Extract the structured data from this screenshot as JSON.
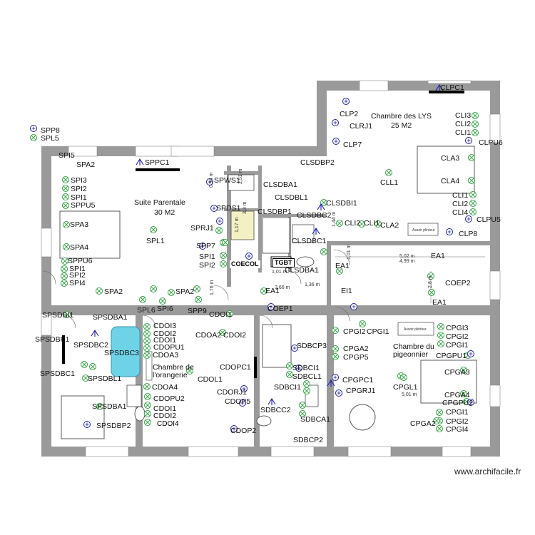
{
  "credit": "www.archifacile.fr",
  "rooms": {
    "lys_name": "Chambre des LYS",
    "lys_area": "25 M2",
    "suite_name": "Suite Parentale",
    "suite_area": "30 M2",
    "orangerie_line1": "Chambre de",
    "orangerie_line2": "l'orangerie",
    "pigeonnier_line1": "Chambre du",
    "pigeonnier_line2": "pigeonnier"
  },
  "tags": {
    "tgbt": "TGBT",
    "coecol": "COECOL",
    "cdoi4": "CDOI4"
  },
  "dims": {
    "d_0_94": "0,94 m",
    "d_3_3": "3,3 m",
    "d_1_17": "1,17 m",
    "d_2_51": "2,51 m",
    "d_1_44": "1,44 m",
    "d_1_01a": "1,01 m",
    "d_1_01b": "1,01 m",
    "d_3_66": "3,66 m",
    "d_1_36": "1,36 m",
    "d_1_76": "1,76 m",
    "d_5_02": "5,02 m",
    "d_4_99": "4,99 m",
    "d_2_8": "2,8 m",
    "d_5_01": "5,01 m"
  },
  "furniture": {
    "desk_top": "Assoir plinteur",
    "desk_bottom": "Assoir plinteur"
  },
  "legend": {
    "spp8": "SPP8",
    "spl5": "SPL5"
  },
  "labels": {
    "clpc1": "CLPC1",
    "clp2": "CLP2",
    "clrj1": "CLRJ1",
    "clp7": "CLP7",
    "cli3": "CLI3",
    "cli2a": "CLI2",
    "cli1a": "CLI1",
    "clpu6": "CLPU6",
    "cla3": "CLA3",
    "cla4": "CLA4",
    "cll1": "CLL1",
    "cli1b": "CLI1",
    "cli2b": "CLI2",
    "cli4": "CLI4",
    "clpu5": "CLPU5",
    "clp8": "CLP8",
    "cli2c": "CLI2",
    "cli1c": "CLI1",
    "cla2": "CLA2",
    "clsdbp2": "CLSDBP2",
    "clsdba1": "CLSDBA1",
    "clsdbl1": "CLSDBL1",
    "clsdbi1": "CLSDBI1",
    "clsdbp1": "CLSDBP1",
    "clsdbc2": "CLSDBC2",
    "clsdbc1": "CLSDBC1",
    "clsdba1b": "CLSDBA1",
    "spi5": "SPI5",
    "spa2a": "SPA2",
    "sppc1": "SPPC1",
    "spi3": "SPI3",
    "spi2a": "SPI2",
    "spi1a": "SPI1",
    "sppu5": "SPPU5",
    "spa3": "SPA3",
    "spa4": "SPA4",
    "sppu6": "SPPU6",
    "spi1b": "SPI1",
    "spi2b": "SPI2",
    "spi4": "SPI4",
    "spl1": "SPL1",
    "spws1": "SPWS1",
    "spds1": "SPDS1",
    "sprj1": "SPRJ1",
    "spp7": "SPP7",
    "spi1c": "SPI1",
    "spi2c": "SPI2",
    "spa2b": "SPA2",
    "spa2c": "SPA2",
    "spl6": "SPL6",
    "spi6": "SPI6",
    "spp9": "SPP9",
    "ea1a": "EA1",
    "ea1b": "EA1",
    "ea1c": "EA1",
    "ea1d": "EA1",
    "ei1": "EI1",
    "coep2": "COEP2",
    "cdoi1a": "CDOI1",
    "coep1": "COEP1",
    "cdoa2": "CDOA2",
    "cdoi2a": "CDOI2",
    "cdoi3": "CDOI3",
    "cdoi2b": "CDOI2",
    "cdoi1b": "CDOI1",
    "cdopu1": "CDOPU1",
    "cdoa3": "CDOA3",
    "cdopc1": "CDOPC1",
    "cdol1": "CDOL1",
    "cdoa4": "CDOA4",
    "cdopu2": "CDOPU2",
    "cdoi1c": "CDOI1",
    "cdoi2c": "CDOI2",
    "cdorj1": "CDORJ1",
    "cdop5": "CDOP5",
    "cdop2": "CDOP2",
    "spsdbi1": "SPSDBI1",
    "spsdba1a": "SPSDBA1",
    "spsdbp1": "SPSDBP1",
    "spsdbc2": "SPSDBC2",
    "spsdbc3": "SPSDBC3",
    "spsdbc1": "SPSDBC1",
    "spsdbl1": "SPSDBL1",
    "spsdba1b": "SPSDBA1",
    "spsdbp2": "SPSDBP2",
    "sdbcp3": "SDBCP3",
    "sdbci1a": "SDBCI1",
    "sdbcl1": "SDBCL1",
    "sdbci1b": "SDBCI1",
    "sdbcc2": "SDBCC2",
    "sdbca1": "SDBCA1",
    "sdbcp2": "SDBCP2",
    "cpgi2": "CPGI2",
    "cpgi1a": "CPGI1",
    "cpga2a": "CPGA2",
    "cpgp5": "CPGP5",
    "cpgpc1": "CPGPC1",
    "cpgrj1": "CPGRJ1",
    "cpgl1": "CPGL1",
    "cpgi3": "CPGI3",
    "cpgi2b": "CPGI2",
    "cpgi1b": "CPGI1",
    "cpgpu1": "CPGPU1",
    "cpga3": "CPGA3",
    "cpga4": "CPGA4",
    "cpgpu2": "CPGPU2",
    "cpgi1c": "CPGI1",
    "cpgi2c": "CPGI2",
    "cpgi4": "CPGI4",
    "cpga2b": "CPGA2"
  },
  "colors": {
    "wall": "#9a9a9a",
    "symbol": "#1f1fa8",
    "outlet": "#3aa64a"
  }
}
